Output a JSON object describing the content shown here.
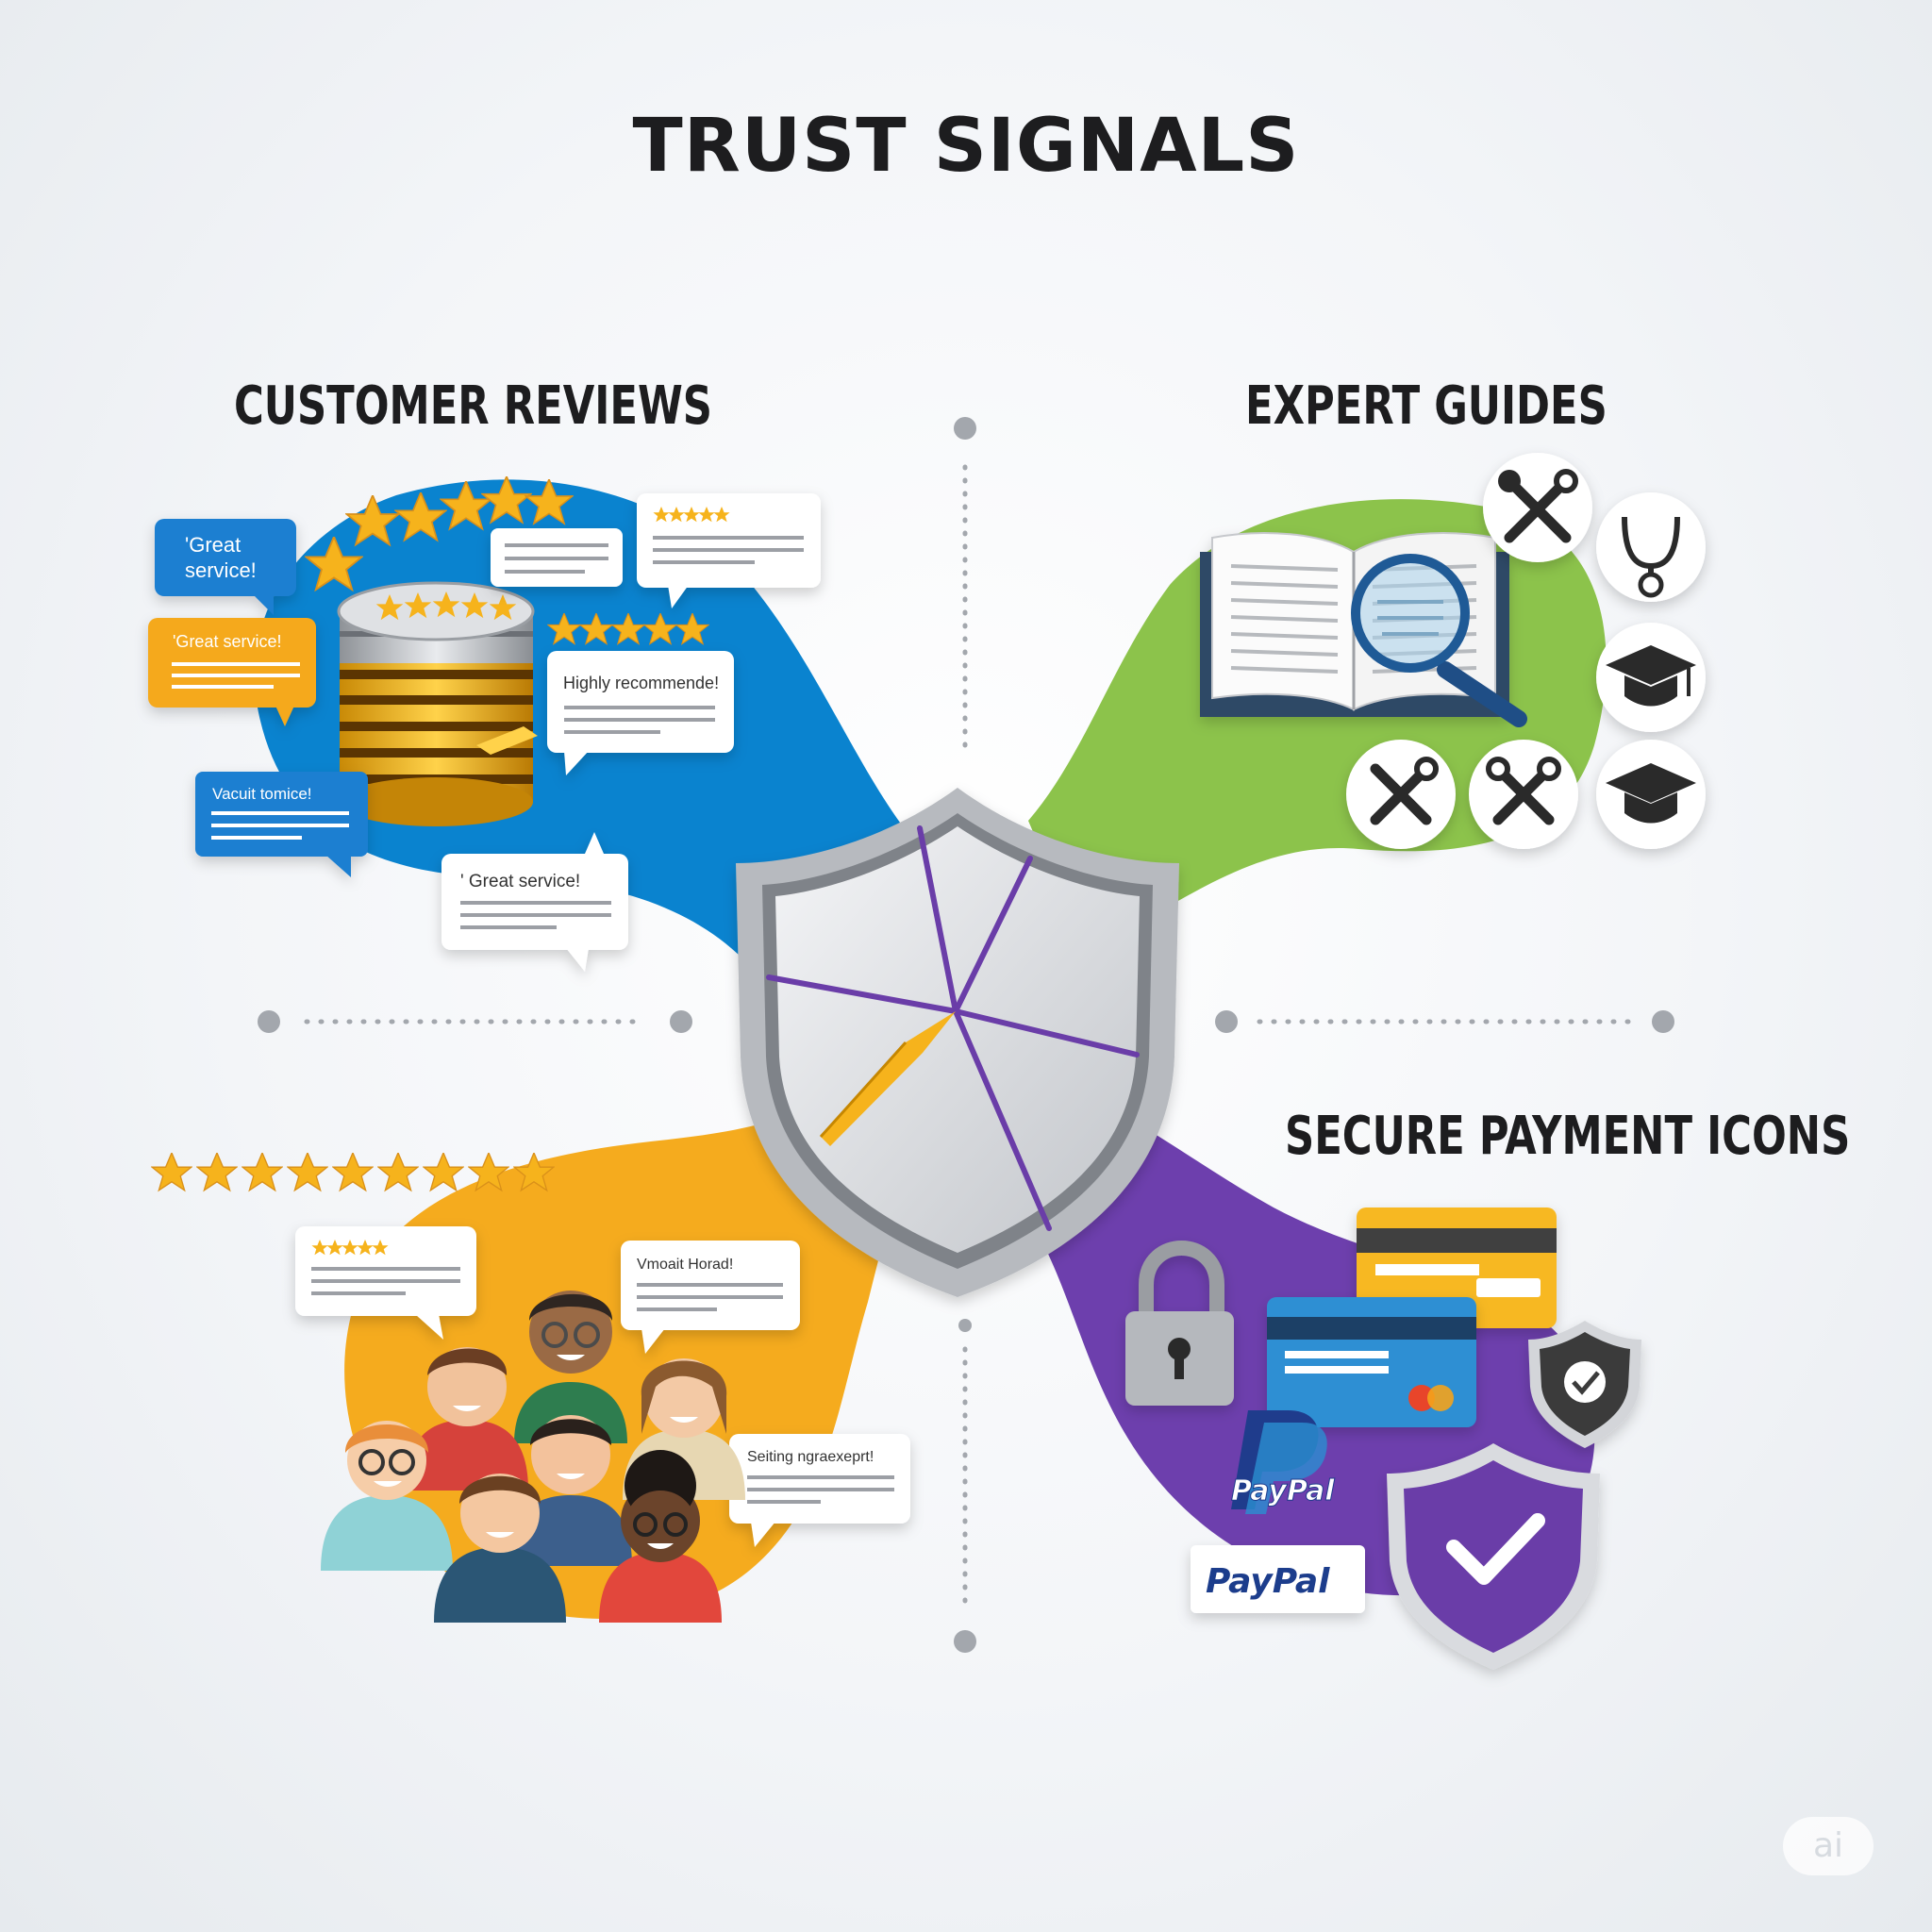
{
  "title": "TRUST SIGNALS",
  "sections": {
    "reviews": "CUSTOMER REVIEWS",
    "experts": "EXPERT GUIDES",
    "payments": "SECURE PAYMENT ICONS"
  },
  "review_bubbles": {
    "b1_line1": "'Great",
    "b1_line2": "service!",
    "b2": "'Great service!",
    "b3": "Highly recommende!",
    "b4": "Vacuit tomice!",
    "b5": "' Great service!",
    "b6": "Vmoait Horad!",
    "b7": "Seiting ngraexeprt!"
  },
  "payments": {
    "paypal_1": "PayPal",
    "paypal_2": "PayPal"
  },
  "badge": "ai",
  "colors": {
    "blue": "#0a83cf",
    "green": "#8cc34b",
    "orange": "#f5ab1e",
    "purple": "#6d3fad",
    "star": "#f6b31c",
    "shield_silver": "#c9ccd1"
  }
}
